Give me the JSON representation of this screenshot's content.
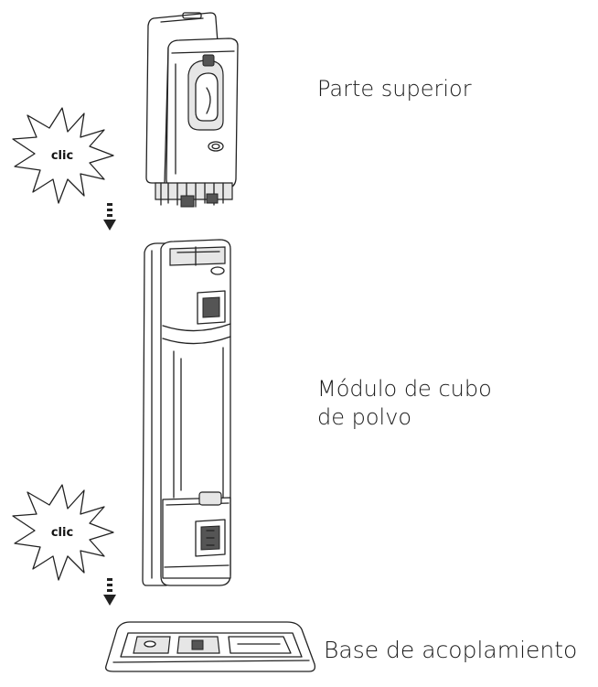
{
  "diagram": {
    "parts": [
      {
        "id": "top",
        "label_lines": [
          "Parte superior"
        ]
      },
      {
        "id": "dust",
        "label_lines": [
          "Módulo de cubo",
          "de polvo"
        ]
      },
      {
        "id": "base",
        "label_lines": [
          "Base de acoplamiento"
        ]
      }
    ],
    "click_bursts": [
      {
        "text": "clic"
      },
      {
        "text": "clic"
      }
    ]
  }
}
